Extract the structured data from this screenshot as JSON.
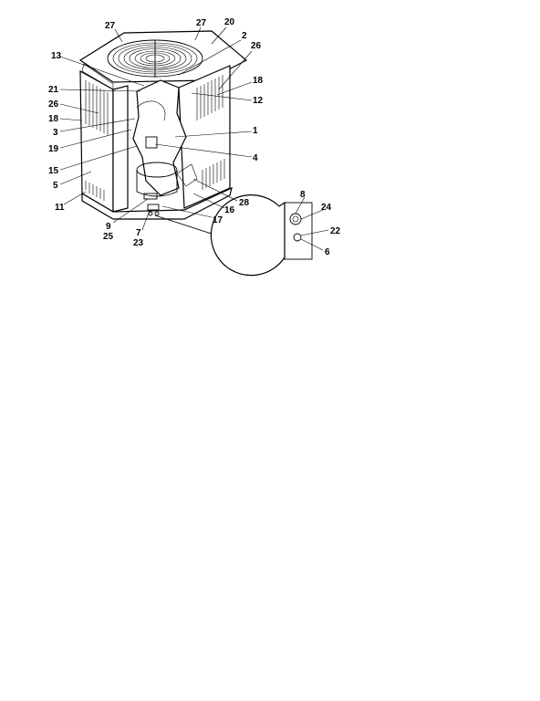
{
  "labels": {
    "l27a": "27",
    "l27b": "27",
    "l20": "20",
    "l2": "2",
    "l26a": "26",
    "l13": "13",
    "l18a": "18",
    "l12": "12",
    "l21": "21",
    "l26b": "26",
    "l18b": "18",
    "l1": "1",
    "l3": "3",
    "l19": "19",
    "l4": "4",
    "l15": "15",
    "l5": "5",
    "l28": "28",
    "l11": "11",
    "l16": "16",
    "l17": "17",
    "l9": "9",
    "l25": "25",
    "l7": "7",
    "l23": "23",
    "l8": "8",
    "l24": "24",
    "l22": "22",
    "l6": "6"
  }
}
